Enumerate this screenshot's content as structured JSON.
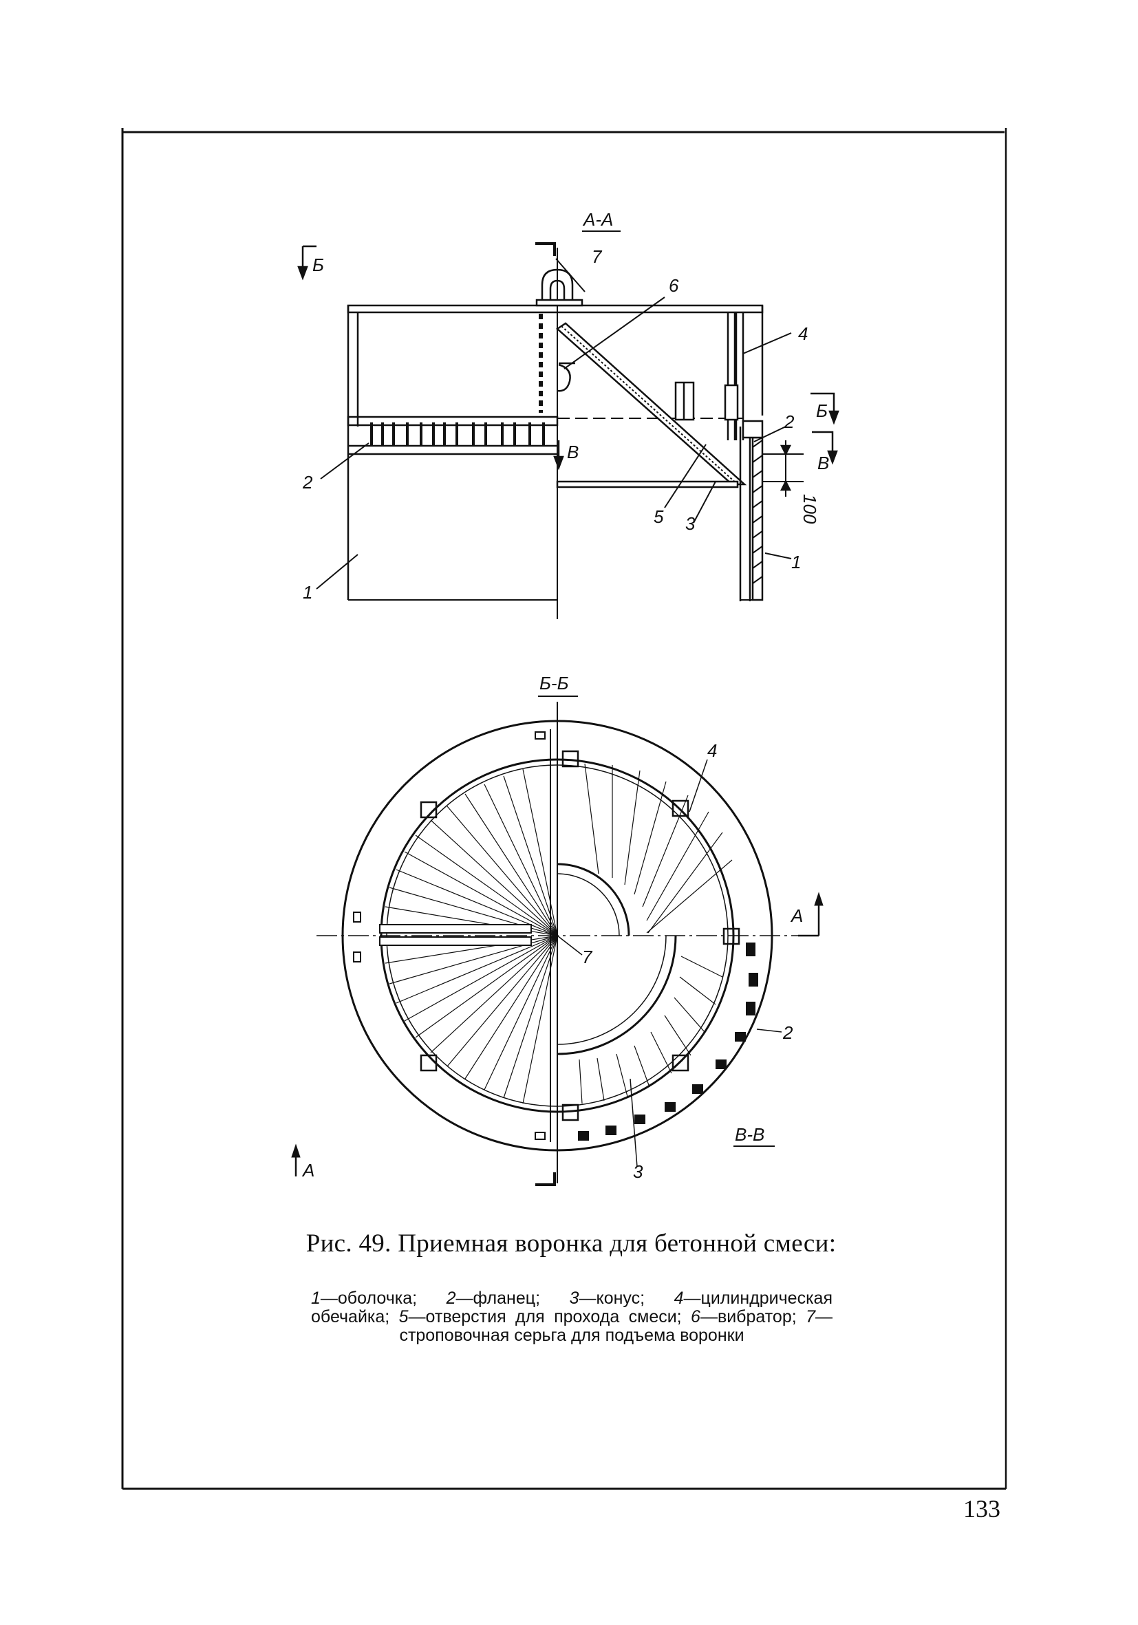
{
  "figure": {
    "section_labels": {
      "aa": "А-А",
      "bb": "Б-Б",
      "vv": "В-В"
    },
    "section_markers": {
      "b": "Б",
      "v": "В",
      "a": "А"
    },
    "callouts": {
      "shell": "1",
      "flange": "2",
      "cone": "3",
      "cylinder": "4",
      "holes": "5",
      "vibrator": "6",
      "lug": "7"
    },
    "dimension": "100"
  },
  "caption": {
    "title": "Рис. 49. Приемная воронка для бетонной смеси:",
    "legend": [
      {
        "num": "1",
        "text": "—оболочка; "
      },
      {
        "num": "2",
        "text": "—фланец; "
      },
      {
        "num": "3",
        "text": "—конус; "
      },
      {
        "num": "4",
        "text": "—цилиндрическая обечайка; "
      },
      {
        "num": "5",
        "text": "—отверстия для прохода смеси; "
      },
      {
        "num": "6",
        "text": "—вибратор; "
      },
      {
        "num": "7",
        "text": "—строповочная серьга для подъема воронки"
      }
    ]
  },
  "page_number": "133"
}
